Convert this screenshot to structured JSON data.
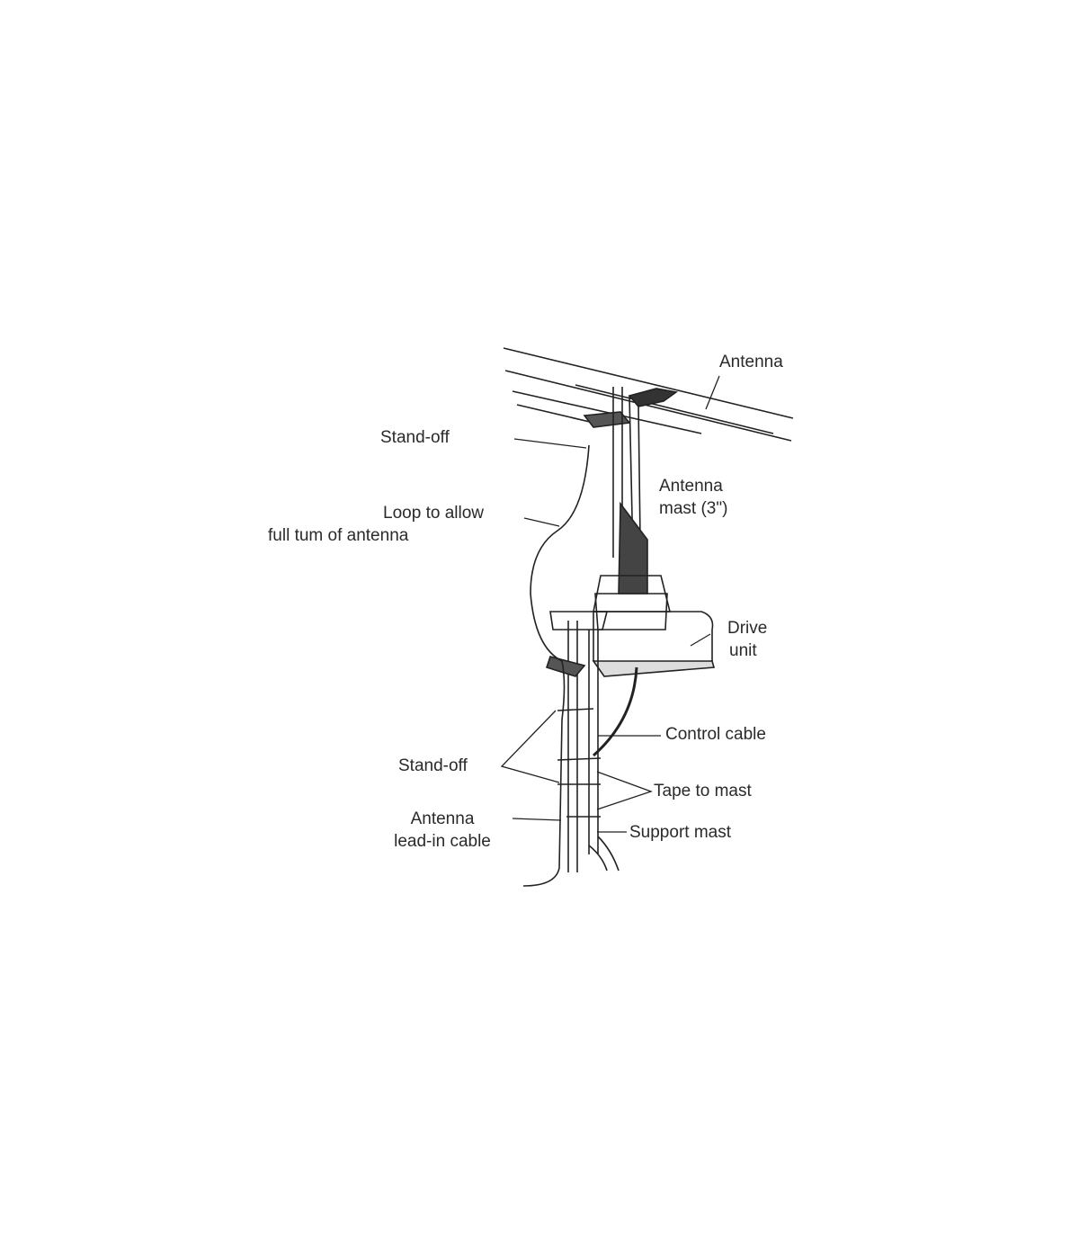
{
  "diagram": {
    "labels": {
      "antenna": "Antenna",
      "standoff_top": "Stand-off",
      "mast_line1": "Antenna",
      "mast_line2": "mast (3\")",
      "loop_line1": "Loop to allow",
      "loop_line2": "full tum of antenna",
      "drive_line1": "Drive",
      "drive_line2": "unit",
      "control_cable": "Control cable",
      "standoff_bottom": "Stand-off",
      "tape_to_mast": "Tape to mast",
      "leadin_line1": "Antenna",
      "leadin_line2": "lead-in cable",
      "support_mast": "Support mast"
    }
  }
}
